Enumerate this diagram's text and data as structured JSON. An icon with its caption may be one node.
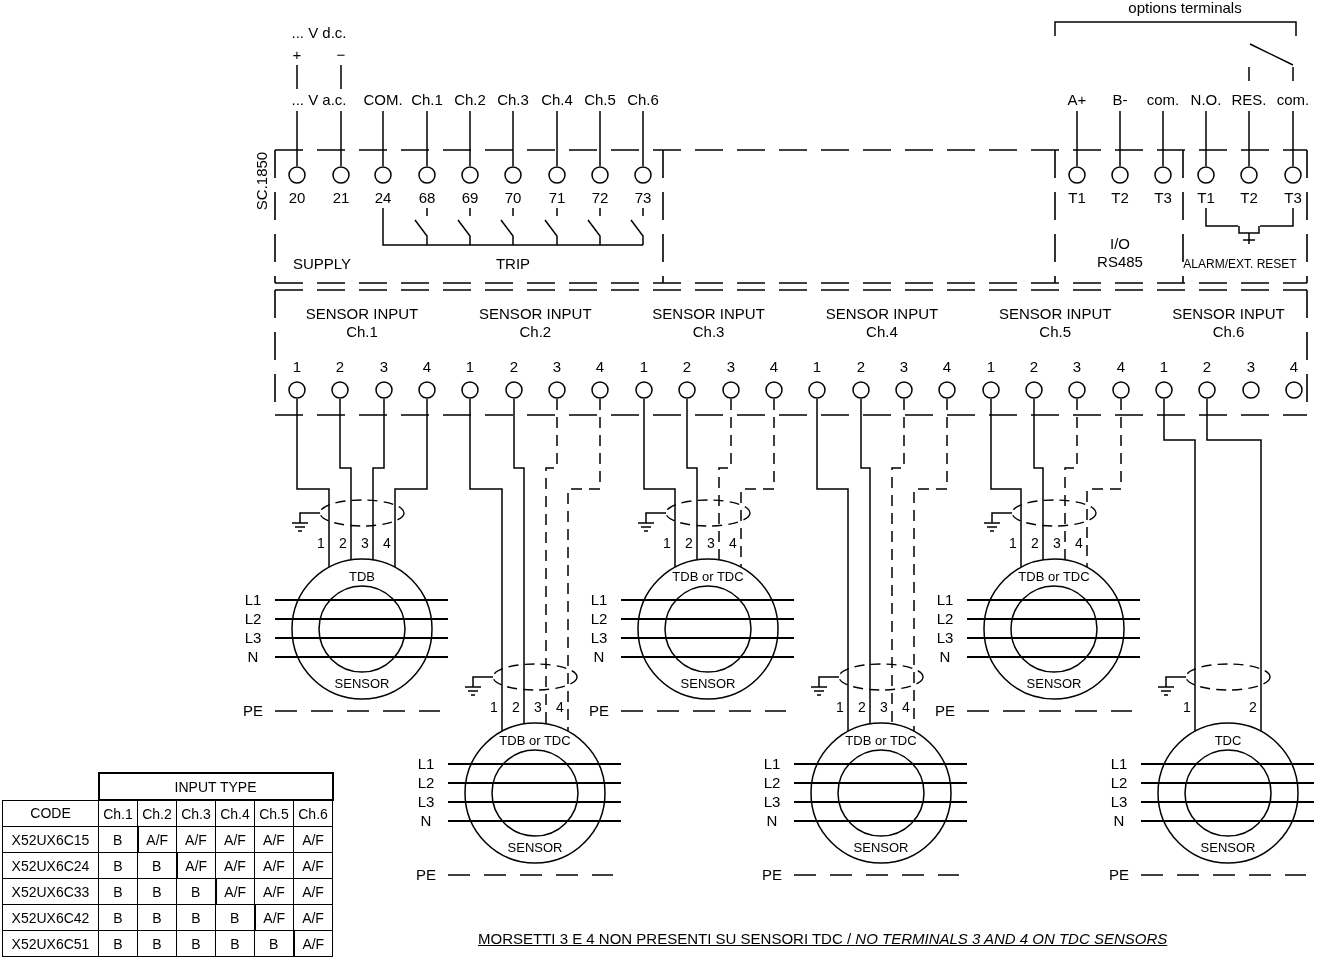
{
  "diagram": {
    "nodes": [
      {
        "text": [
          "SC.1850"
        ]
      },
      {
        "text": [
          "SUPPLY",
          "TRIP"
        ],
        "in": 0
      },
      {
        "text": [
          "I/O RS485"
        ],
        "in": 0
      },
      {
        "text": [
          "ALARM/EXT. RESET"
        ],
        "in": 0
      },
      {
        "text": [
          "SENSOR INPUT Ch.1",
          "SENSOR INPUT Ch.2",
          "SENSOR INPUT Ch.3",
          "SENSOR INPUT Ch.4",
          "SENSOR INPUT Ch.5",
          "SENSOR INPUT Ch.6"
        ]
      },
      {
        "text": [
          "20"
        ],
        "in": 1
      },
      {
        "text": [
          "21"
        ],
        "in": 1
      },
      {
        "text": [
          "24"
        ],
        "in": 1
      },
      {
        "text": [
          "68"
        ],
        "in": 1
      },
      {
        "text": [
          "69"
        ],
        "in": 1
      },
      {
        "text": [
          "70"
        ],
        "in": 1
      },
      {
        "text": [
          "71"
        ],
        "in": 1
      },
      {
        "text": [
          "72"
        ],
        "in": 1
      },
      {
        "text": [
          "73"
        ],
        "in": 1
      },
      {
        "text": [
          "T1"
        ],
        "in": 2
      },
      {
        "text": [
          "T2"
        ],
        "in": 2
      },
      {
        "text": [
          "T3"
        ],
        "in": 2
      },
      {
        "text": [
          "T1"
        ],
        "in": 3
      },
      {
        "text": [
          "T2"
        ],
        "in": 3
      },
      {
        "text": [
          "T3"
        ],
        "in": 3
      },
      {
        "text": [
          "1"
        ],
        "in": 4
      },
      {
        "text": [
          "2"
        ],
        "in": 4
      },
      {
        "text": [
          "3"
        ],
        "in": 4
      },
      {
        "text": [
          "4"
        ],
        "in": 4
      },
      {
        "text": [
          "1"
        ],
        "in": 4
      },
      {
        "text": [
          "2"
        ],
        "in": 4
      },
      {
        "text": [
          "3"
        ],
        "in": 4
      },
      {
        "text": [
          "4"
        ],
        "in": 4
      },
      {
        "text": [
          "1"
        ],
        "in": 4
      },
      {
        "text": [
          "2"
        ],
        "in": 4
      },
      {
        "text": [
          "3"
        ],
        "in": 4
      },
      {
        "text": [
          "4"
        ],
        "in": 4
      },
      {
        "text": [
          "1"
        ],
        "in": 4
      },
      {
        "text": [
          "2"
        ],
        "in": 4
      },
      {
        "text": [
          "3"
        ],
        "in": 4
      },
      {
        "text": [
          "4"
        ],
        "in": 4
      },
      {
        "text": [
          "1"
        ],
        "in": 4
      },
      {
        "text": [
          "2"
        ],
        "in": 4
      },
      {
        "text": [
          "3"
        ],
        "in": 4
      },
      {
        "text": [
          "4"
        ],
        "in": 4
      },
      {
        "text": [
          "1"
        ],
        "in": 4
      },
      {
        "text": [
          "2"
        ],
        "in": 4
      },
      {
        "text": [
          "3"
        ],
        "in": 4
      },
      {
        "text": [
          "4"
        ],
        "in": 4
      },
      {
        "text": [
          "TDB",
          "SENSOR"
        ]
      },
      {
        "text": [
          "TDB or TDC",
          "SENSOR"
        ]
      },
      {
        "text": [
          "TDB or TDC",
          "SENSOR"
        ]
      },
      {
        "text": [
          "TDB or TDC",
          "SENSOR"
        ]
      },
      {
        "text": [
          "TDB or TDC",
          "SENSOR"
        ]
      },
      {
        "text": [
          "TDC",
          "SENSOR"
        ]
      },
      {
        "text": [],
        "shape": "switch",
        "in": 3
      }
    ],
    "edges": [
      {
        "from": 20,
        "to": 44,
        "arrow": "none",
        "label": "1"
      },
      {
        "from": 21,
        "to": 44,
        "arrow": "none",
        "label": "2"
      },
      {
        "from": 22,
        "to": 44,
        "arrow": "none",
        "label": "3"
      },
      {
        "from": 23,
        "to": 44,
        "arrow": "none",
        "label": "4"
      },
      {
        "from": 24,
        "to": 45,
        "arrow": "none",
        "label": "1"
      },
      {
        "from": 25,
        "to": 45,
        "arrow": "none",
        "label": "2"
      },
      {
        "from": 26,
        "to": 45,
        "arrow": "none",
        "label": "3",
        "style": "dashed"
      },
      {
        "from": 27,
        "to": 45,
        "arrow": "none",
        "label": "4",
        "style": "dashed"
      },
      {
        "from": 28,
        "to": 46,
        "arrow": "none",
        "label": "1"
      },
      {
        "from": 29,
        "to": 46,
        "arrow": "none",
        "label": "2"
      },
      {
        "from": 30,
        "to": 46,
        "arrow": "none",
        "label": "3",
        "style": "dashed"
      },
      {
        "from": 31,
        "to": 46,
        "arrow": "none",
        "label": "4",
        "style": "dashed"
      },
      {
        "from": 32,
        "to": 47,
        "arrow": "none",
        "label": "1"
      },
      {
        "from": 33,
        "to": 47,
        "arrow": "none",
        "label": "2"
      },
      {
        "from": 34,
        "to": 47,
        "arrow": "none",
        "label": "3",
        "style": "dashed"
      },
      {
        "from": 35,
        "to": 47,
        "arrow": "none",
        "label": "4",
        "style": "dashed"
      },
      {
        "from": 36,
        "to": 48,
        "arrow": "none",
        "label": "1"
      },
      {
        "from": 37,
        "to": 48,
        "arrow": "none",
        "label": "2"
      },
      {
        "from": 38,
        "to": 48,
        "arrow": "none",
        "label": "3",
        "style": "dashed"
      },
      {
        "from": 39,
        "to": 48,
        "arrow": "none",
        "label": "4",
        "style": "dashed"
      },
      {
        "from": 40,
        "to": 49,
        "arrow": "none",
        "label": "1"
      },
      {
        "from": 41,
        "to": 49,
        "arrow": "none",
        "label": "2"
      },
      {
        "from": 17,
        "to": 50,
        "arrow": "none"
      },
      {
        "from": 19,
        "to": 50,
        "arrow": "none"
      }
    ],
    "labels": [
      "options terminals",
      "... V d.c.",
      "+",
      "−",
      "... V a.c.",
      "COM.",
      "Ch.1",
      "Ch.2",
      "Ch.3",
      "Ch.4",
      "Ch.5",
      "Ch.6",
      "A+",
      "B-",
      "com.",
      "N.O.",
      "RES.",
      "com.",
      "L1",
      "L2",
      "L3",
      "N",
      "PE",
      "L1",
      "L2",
      "L3",
      "N",
      "PE",
      "L1",
      "L2",
      "L3",
      "N",
      "PE",
      "L1",
      "L2",
      "L3",
      "N",
      "PE",
      "L1",
      "L2",
      "L3",
      "N",
      "PE",
      "L1",
      "L2",
      "L3",
      "N",
      "PE",
      "INPUT TYPE",
      "CODE",
      "Ch.1",
      "Ch.2",
      "Ch.3",
      "Ch.4",
      "Ch.5",
      "Ch.6",
      "X52UX6C15",
      "B",
      "A/F",
      "A/F",
      "A/F",
      "A/F",
      "A/F",
      "X52UX6C24",
      "B",
      "B",
      "A/F",
      "A/F",
      "A/F",
      "A/F",
      "X52UX6C33",
      "B",
      "B",
      "B",
      "A/F",
      "A/F",
      "A/F",
      "X52UX6C42",
      "B",
      "B",
      "B",
      "B",
      "A/F",
      "A/F",
      "X52UX6C51",
      "B",
      "B",
      "B",
      "B",
      "B",
      "A/F",
      "MORSETTI 3 E 4 NON PRESENTI SU SENSORI TDC / *NO TERMINALS 3 AND 4 ON TDC SENSORS*"
    ]
  }
}
